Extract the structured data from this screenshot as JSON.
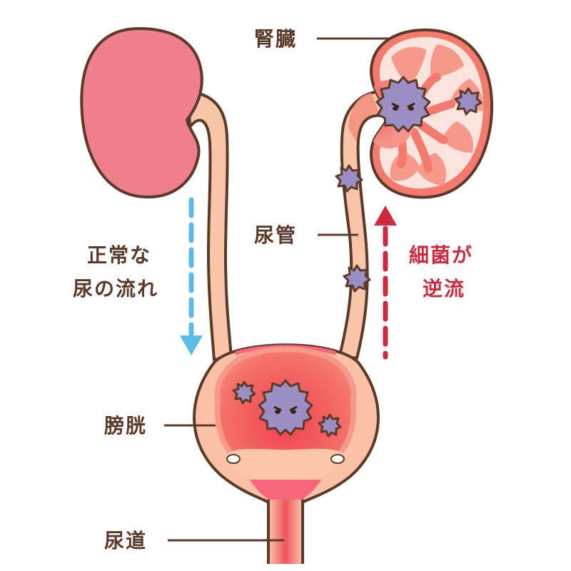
{
  "labels": {
    "kidney": "腎臓",
    "ureter": "尿管",
    "bladder": "膀胱",
    "urethra": "尿道",
    "normal_line1": "正常な",
    "normal_line2": "尿の流れ",
    "reflux_line1": "細菌が",
    "reflux_line2": "逆流"
  },
  "colors": {
    "outline": "#5b3a29",
    "kidney_normal": "#ef7f8c",
    "kidney_infected_fill": "#fbe3de",
    "ureter": "#f9c5a8",
    "ureter_inflamed": "#f2917e",
    "bladder_wall": "#fbc1a6",
    "bladder_inflamed": "#ef4a56",
    "bacteria": "#9b8ec2",
    "normal_arrow": "#5bbde6",
    "reflux_arrow": "#d0283c",
    "normal_text": "#5b3a29",
    "reflux_text": "#d0283c"
  },
  "icons": [
    "bacteria-icon",
    "arrow-down-icon",
    "arrow-up-icon"
  ]
}
